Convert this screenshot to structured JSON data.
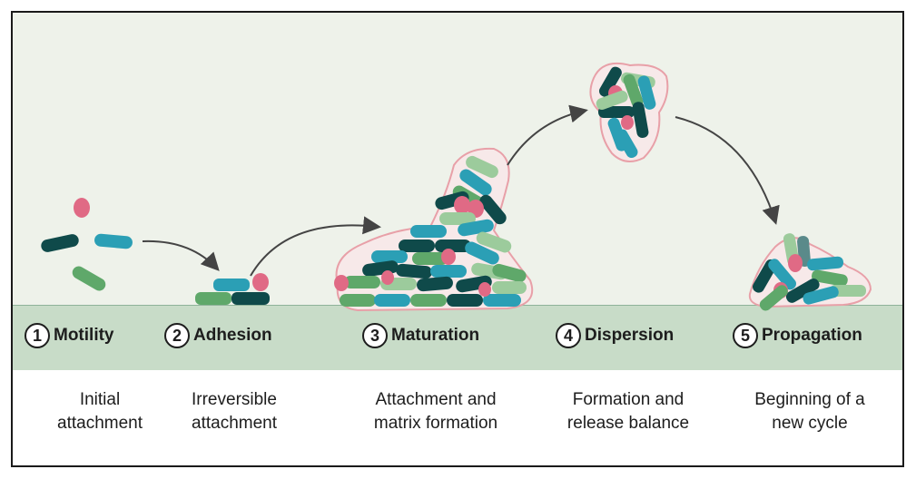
{
  "stages": [
    {
      "number": "1",
      "name": "Motility",
      "desc_line1": "Initial",
      "desc_line2": "attachment"
    },
    {
      "number": "2",
      "name": "Adhesion",
      "desc_line1": "Irreversible",
      "desc_line2": "attachment"
    },
    {
      "number": "3",
      "name": "Maturation",
      "desc_line1": "Attachment and",
      "desc_line2": "matrix formation"
    },
    {
      "number": "4",
      "name": "Dispersion",
      "desc_line1": "Formation and",
      "desc_line2": "release balance"
    },
    {
      "number": "5",
      "name": "Propagation",
      "desc_line1": "Beginning of a",
      "desc_line2": "new cycle"
    }
  ],
  "colors": {
    "background": "#eef2ea",
    "surface": "#c8dcc8",
    "dark_teal": "#0f4a4a",
    "teal": "#2b9fb5",
    "green": "#5fa86a",
    "light_green": "#9ccb9c",
    "pink": "#e06a85",
    "matrix_fill": "#f7e9e9",
    "matrix_outline": "#e8a0a8",
    "arrow": "#444444"
  }
}
